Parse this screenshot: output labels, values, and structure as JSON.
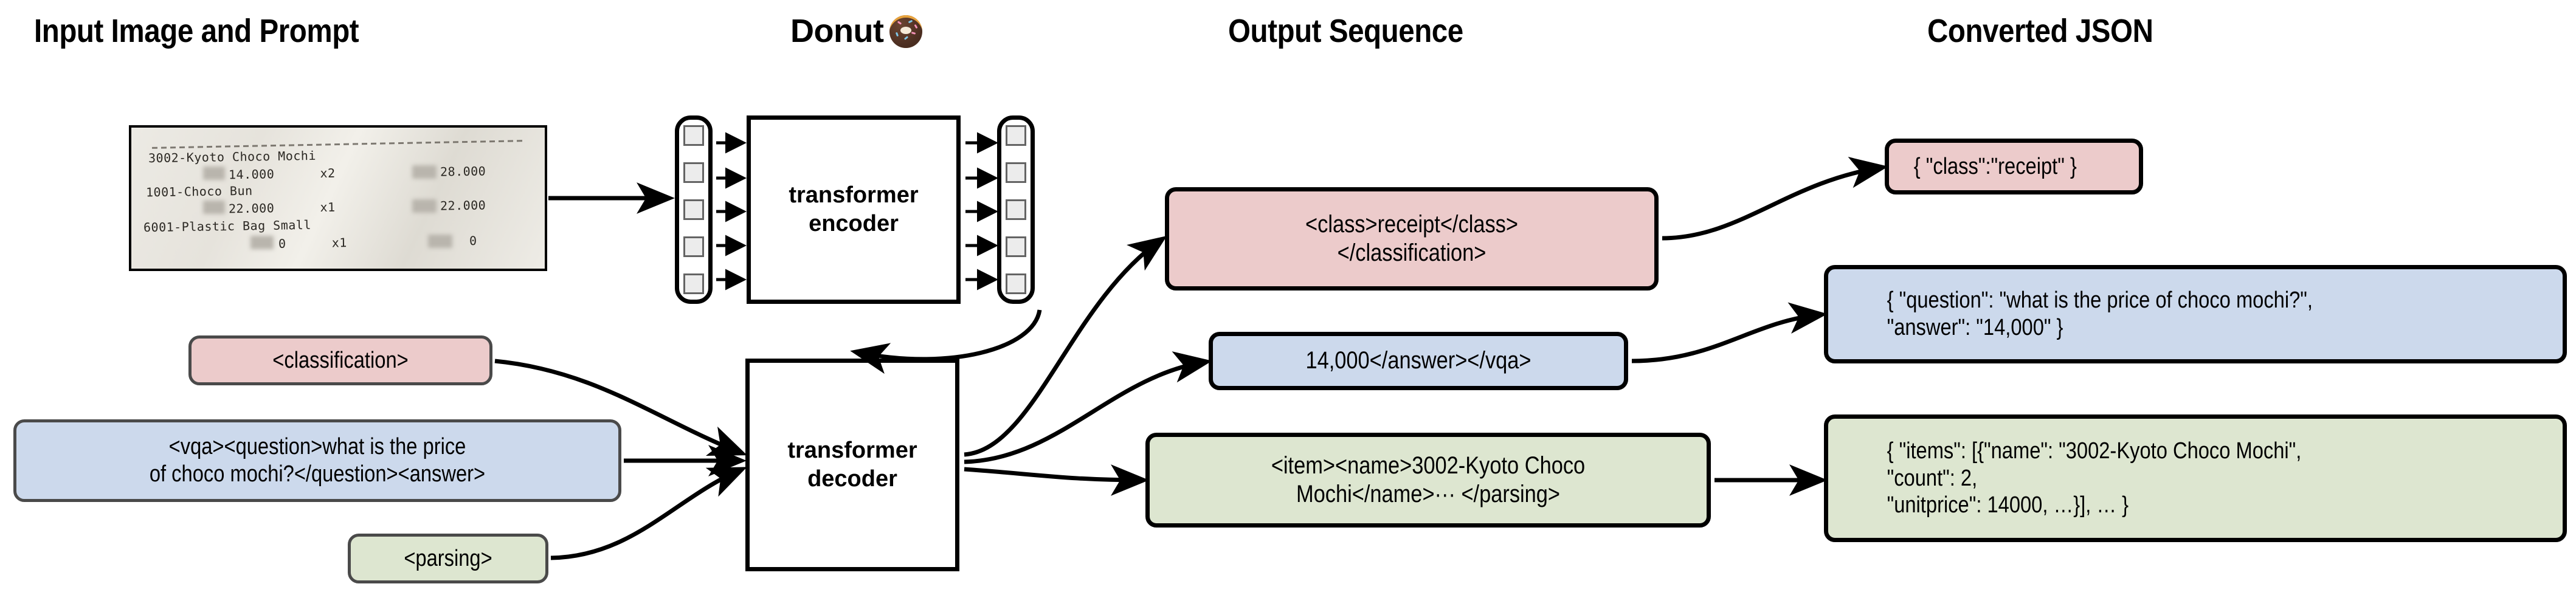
{
  "headings": [
    {
      "label": "Input Image and Prompt"
    },
    {
      "label": "Donut"
    },
    {
      "label": "Output Sequence"
    },
    {
      "label": "Converted JSON"
    }
  ],
  "donut_emoji_name": "donut-emoji",
  "receipt": {
    "lines": [
      {
        "text": "3002-Kyoto Choco Mochi"
      },
      {
        "text": "14.000      x2"
      },
      {
        "text": "28.000"
      },
      {
        "text": "1001-Choco Bun"
      },
      {
        "text": "22.000      x1"
      },
      {
        "text": "22.000"
      },
      {
        "text": "6001-Plastic Bag Small"
      },
      {
        "text": "0      x1"
      },
      {
        "text": "0"
      }
    ]
  },
  "model": {
    "encoder_label": "transformer\nencoder",
    "decoder_label": "transformer\ndecoder",
    "encoder_input_tokens": 5,
    "encoder_output_tokens": 5
  },
  "prompts": [
    {
      "name": "classification-prompt",
      "text": "<classification>",
      "color": "#eccbcb"
    },
    {
      "name": "vqa-prompt",
      "text": "<vqa><question>what is the price\nof choco mochi?</question><answer>",
      "color": "#ccd9ec"
    },
    {
      "name": "parsing-prompt",
      "text": "<parsing>",
      "color": "#dde6d0"
    }
  ],
  "outputs": [
    {
      "name": "classification-output",
      "text": "<class>receipt</class>\n</classification>",
      "color": "#eccbcb"
    },
    {
      "name": "vqa-output",
      "text": "14,000</answer></vqa>",
      "color": "#ccd9ec"
    },
    {
      "name": "parsing-output",
      "text": "<item><name>3002-Kyoto Choco\nMochi</name>··· </parsing>",
      "color": "#dde6d0"
    }
  ],
  "json_results": [
    {
      "name": "classification-json",
      "text": "{ \"class\":\"receipt\" }",
      "color": "#eccbcb"
    },
    {
      "name": "vqa-json",
      "text": "{ \"question\": \"what is the price of choco mochi?\",\n    \"answer\": \"14,000\" }",
      "color": "#ccd9ec"
    },
    {
      "name": "parsing-json",
      "text": "{ \"items\": [{\"name\": \"3002-Kyoto Choco Mochi\",\n      \"count\": 2,\n      \"unitprice\": 14000, …}], … }",
      "color": "#dde6d0"
    }
  ]
}
